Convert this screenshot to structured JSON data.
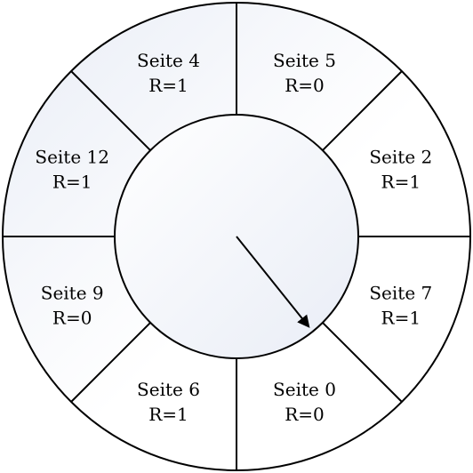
{
  "diagram": {
    "pages": [
      {
        "label": "Seite 5",
        "ref": "R=0"
      },
      {
        "label": "Seite 2",
        "ref": "R=1"
      },
      {
        "label": "Seite 7",
        "ref": "R=1"
      },
      {
        "label": "Seite 0",
        "ref": "R=0"
      },
      {
        "label": "Seite 6",
        "ref": "R=1"
      },
      {
        "label": "Seite 9",
        "ref": "R=0"
      },
      {
        "label": "Seite 12",
        "ref": "R=1"
      },
      {
        "label": "Seite 4",
        "ref": "R=1"
      }
    ],
    "pointer_target_index": 3,
    "colors": {
      "stroke": "#000000",
      "fill_light": "#ffffff",
      "fill_tint": "#e9edf6"
    }
  }
}
